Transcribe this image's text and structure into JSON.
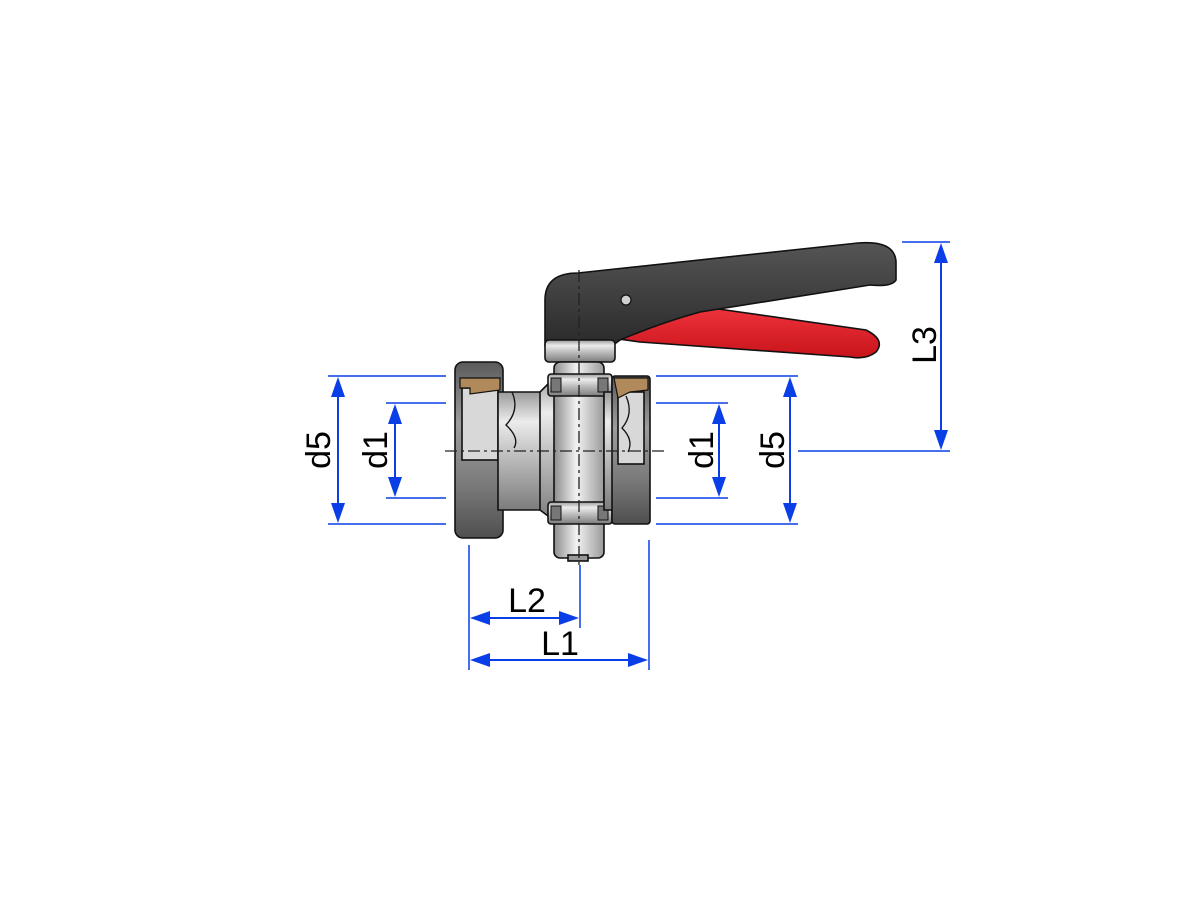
{
  "labels": {
    "d5_left": "d5",
    "d1_left": "d1",
    "d1_right": "d1",
    "d5_right": "d5",
    "L1": "L1",
    "L2": "L2",
    "L3": "L3"
  },
  "colors": {
    "dimension": "#0a3ee6",
    "handle": "#3a3a3a",
    "lever": "#e8202a",
    "body_metal": "#c9c9c9",
    "nut": "#6a6a6a"
  },
  "icons": {
    "component": "butterfly-valve-drawing"
  }
}
